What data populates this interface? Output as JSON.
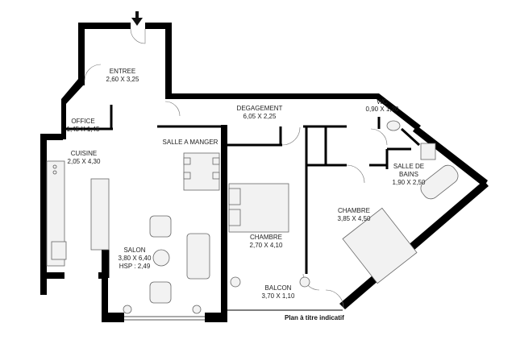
{
  "rooms": [
    {
      "id": "entree",
      "name": "ENTREE",
      "dims": "2,60 X 3,25"
    },
    {
      "id": "office",
      "name": "OFFICE",
      "dims": "1,45 X 1,45"
    },
    {
      "id": "cuisine",
      "name": "CUISINE",
      "dims": "2,05 X 4,30"
    },
    {
      "id": "degagement",
      "name": "DEGAGEMENT",
      "dims": "6,05 X 2,25"
    },
    {
      "id": "wc",
      "name": "WC",
      "dims": "0,90 X 1,20"
    },
    {
      "id": "salle_a_manger",
      "name": "SALLE A MANGER",
      "dims": ""
    },
    {
      "id": "salle_de_bains",
      "name": "SALLE DE",
      "name2": "BAINS",
      "dims": "1,90 X 2,50"
    },
    {
      "id": "chambre1",
      "name": "CHAMBRE",
      "dims": "2,70 X 4,10"
    },
    {
      "id": "chambre2",
      "name": "CHAMBRE",
      "dims": "3,85 X 4,50"
    },
    {
      "id": "salon",
      "name": "SALON",
      "dims": "3,80 X 6,40",
      "extra": "HSP : 2,49"
    },
    {
      "id": "balcon",
      "name": "BALCON",
      "dims": "3,70 X 1,10"
    }
  ],
  "note": "Plan à titre indicatif",
  "entry_arrow_icon": "arrow-down-icon",
  "colors": {
    "wall": "#000000",
    "furniture": "#f2f2f2",
    "background": "#ffffff"
  }
}
